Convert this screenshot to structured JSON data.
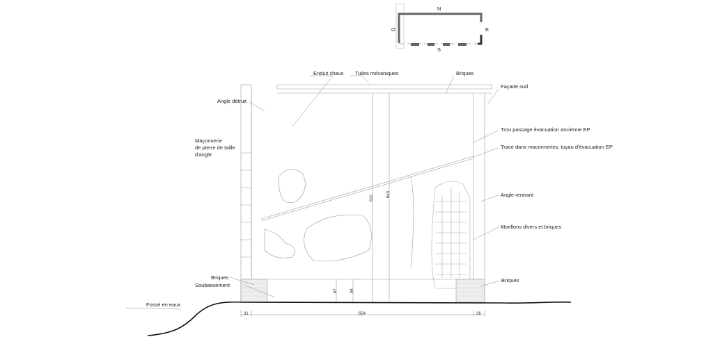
{
  "orientation_plan": {
    "north": "N",
    "south": "S",
    "east": "E",
    "west": "O"
  },
  "labels": {
    "enduit_chaux": "Enduit chaux",
    "tuiles": "Tuiles mécaniques",
    "briques_top": "Briques",
    "facade": "Façade sud",
    "angle_detruit": "Angle détruit",
    "maconnerie": [
      "Maçonnerie",
      "de pierre de taille",
      "d'angle"
    ],
    "trou": "Trou passage évacuation ancienne EP",
    "trace": "Trace dans maconneries, tuyau d'évacuation EP",
    "angle_rentrant": "Angle rentrant",
    "moellons": "Moellons divers et briques",
    "briques_left": "Briques",
    "soubassement": "Soubassement",
    "briques_right": "Briques",
    "fosse": "Fossé en eaux"
  },
  "dimensions": {
    "h1": "610",
    "h2": "640",
    "h3": "67",
    "h4": "94",
    "w_left": "31",
    "w_main": "654",
    "w_right": "36"
  }
}
